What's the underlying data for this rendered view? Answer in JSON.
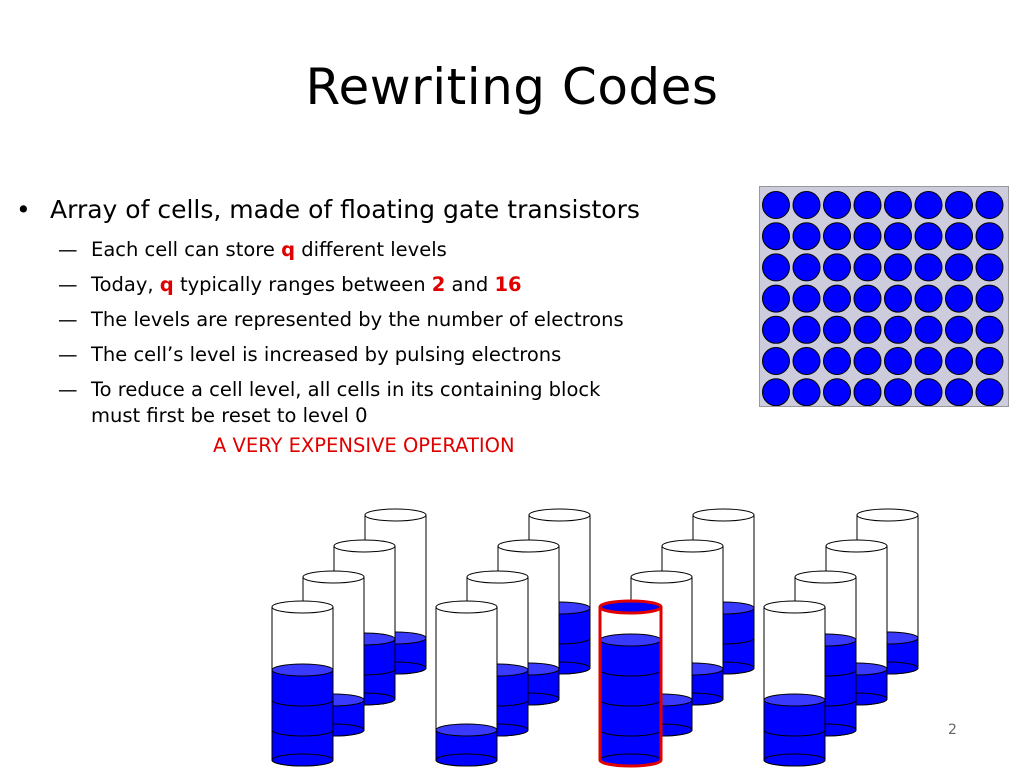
{
  "title": "Rewriting Codes",
  "bullet": {
    "marker": "•",
    "text": "Array of cells, made of floating gate transistors"
  },
  "subbullets": {
    "marker": "—",
    "s1": {
      "a": "Each cell can store ",
      "q": "q",
      "b": " different levels"
    },
    "s2": {
      "a": "Today, ",
      "q": "q",
      "b": " typically ranges between ",
      "n1": "2",
      "c": " and ",
      "n2": "16"
    },
    "s3": "The levels are represented by the number of electrons",
    "s4": "The cell’s level is increased by pulsing electrons",
    "s5_line1": "To reduce a cell level, all cells in its containing block",
    "s5_line2": "must first be reset to level 0"
  },
  "warning": "A VERY EXPENSIVE OPERATION",
  "page_number": "2",
  "colors": {
    "cell_fill": "#0000ff",
    "grid_bg": "#ccccdd",
    "highlight": "#e00000",
    "selected_outline": "#e00000"
  },
  "cell_grid": {
    "columns": 8,
    "rows": 7
  },
  "cylinder_groups": [
    {
      "levels": [
        3,
        1,
        2,
        1
      ],
      "selected": null
    },
    {
      "levels": [
        1,
        2,
        1,
        2
      ],
      "selected": null
    },
    {
      "levels": [
        4,
        1,
        1,
        2
      ],
      "selected": 0
    },
    {
      "levels": [
        2,
        3,
        1,
        1
      ],
      "selected": null
    }
  ]
}
